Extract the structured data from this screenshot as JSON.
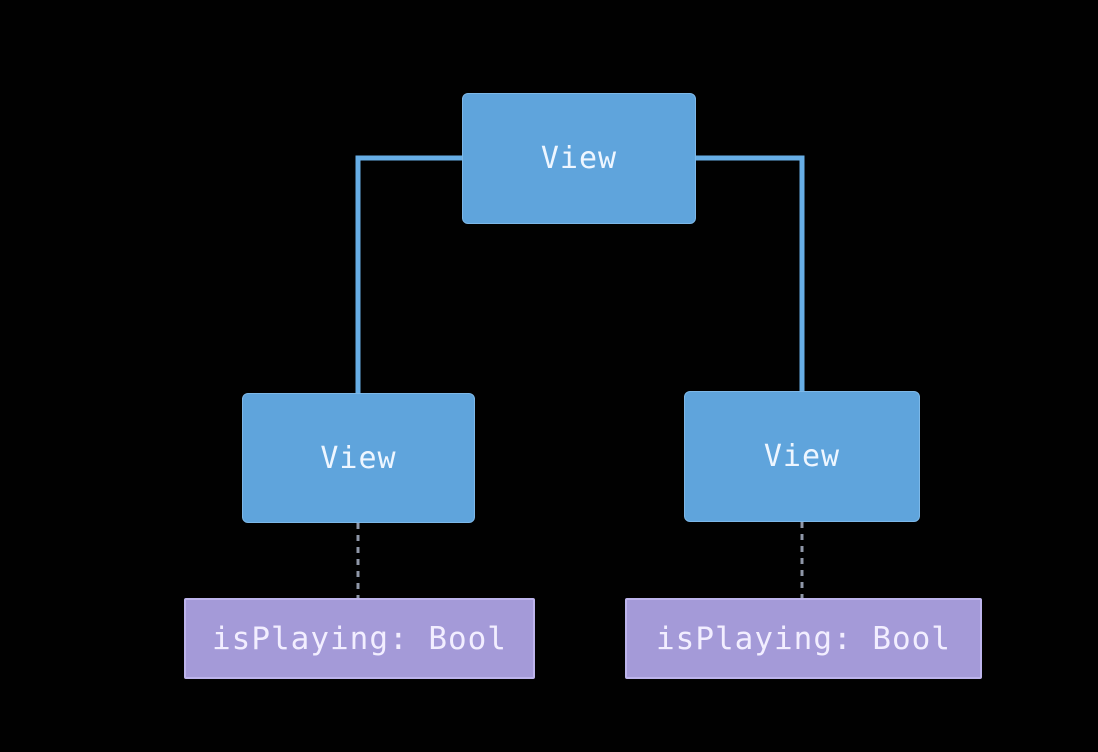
{
  "colors": {
    "background": "#010101",
    "view_fill": "#5fa4dc",
    "view_border": "#7db8e8",
    "state_fill": "#a49ad8",
    "state_border": "#bdb4ec",
    "connector": "#67aee6",
    "dotted_connector": "#8f97a8"
  },
  "diagram": {
    "nodes": {
      "root": {
        "label": "View"
      },
      "left_child": {
        "label": "View"
      },
      "right_child": {
        "label": "View"
      }
    },
    "states": {
      "left": {
        "label": "isPlaying: Bool"
      },
      "right": {
        "label": "isPlaying: Bool"
      }
    },
    "edges": [
      {
        "from": "root",
        "to": "left_child",
        "style": "solid"
      },
      {
        "from": "root",
        "to": "right_child",
        "style": "solid"
      },
      {
        "from": "left_child",
        "to": "left_state",
        "style": "dotted"
      },
      {
        "from": "right_child",
        "to": "right_state",
        "style": "dotted"
      }
    ]
  }
}
